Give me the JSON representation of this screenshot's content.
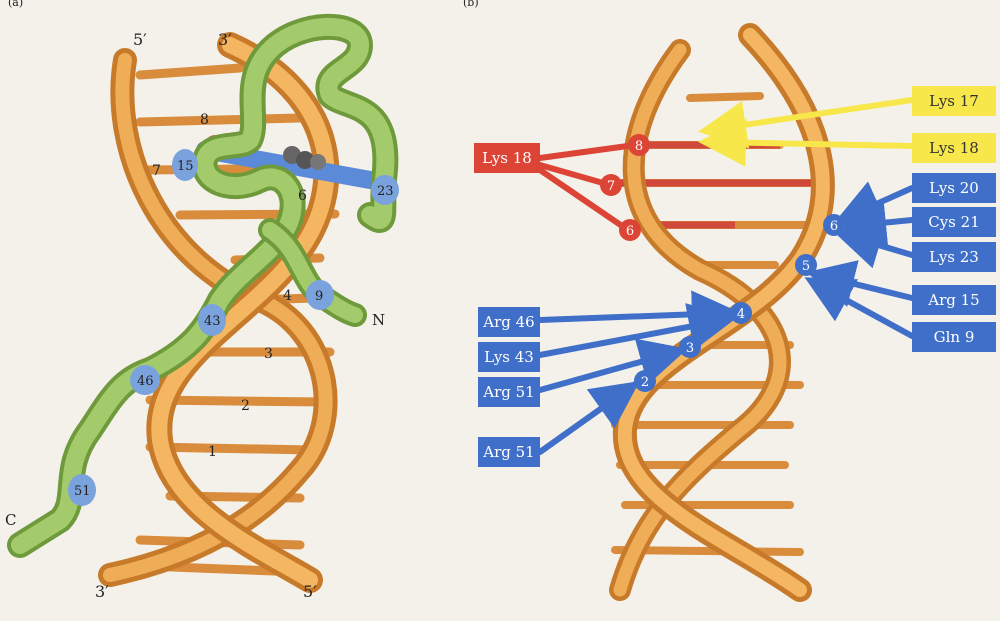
{
  "panel_a": {
    "label": "(a)",
    "end_labels": {
      "top_left": "5′",
      "top_right": "3′",
      "bottom_left": "3′",
      "bottom_right": "5′",
      "n_term": "N",
      "c_term": "C"
    },
    "base_pair_numbers": [
      "8",
      "7",
      "6",
      "4",
      "3",
      "2",
      "1"
    ],
    "residue_markers": [
      "15",
      "23",
      "9",
      "43",
      "46",
      "51"
    ]
  },
  "panel_b": {
    "label": "(b)",
    "contact_numbers": [
      "8",
      "7",
      "6",
      "5",
      "4",
      "3",
      "2"
    ],
    "labels_right_yellow": [
      "Lys 17",
      "Lys 18"
    ],
    "label_left_red": "Lys 18",
    "labels_right_blue": [
      "Lys 20",
      "Cys 21",
      "Lys 23",
      "Arg 15",
      "Gln 9"
    ],
    "labels_left_blue": [
      "Arg 46",
      "Lys 43",
      "Arg 51",
      "Arg 51"
    ]
  },
  "colors": {
    "dna_ribbon": "#e7a04a",
    "dna_dark": "#c77a2a",
    "protein": "#93bd5e",
    "blue": "#3f6fc8",
    "yellow": "#f7e74a",
    "red": "#dc4436"
  }
}
